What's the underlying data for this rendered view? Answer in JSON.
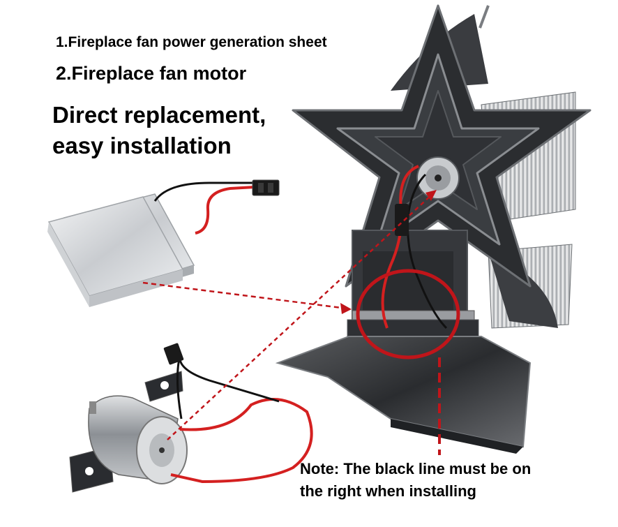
{
  "labels": {
    "item1": "1.Fireplace fan power generation sheet",
    "item2": "2.Fireplace fan motor",
    "headline_line1": "Direct replacement,",
    "headline_line2": "easy installation",
    "note_line1": "Note: The black line must be on",
    "note_line2": "the right when installing"
  },
  "colors": {
    "annotation_red": "#c0151a",
    "fan_body": "#2b2d30",
    "peltier_plate": "#d9dcdf",
    "wire_red": "#d42020",
    "wire_black": "#111111"
  },
  "objects": [
    "star-fan-photo",
    "peltier-generation-sheet-photo",
    "dc-motor-photo"
  ]
}
